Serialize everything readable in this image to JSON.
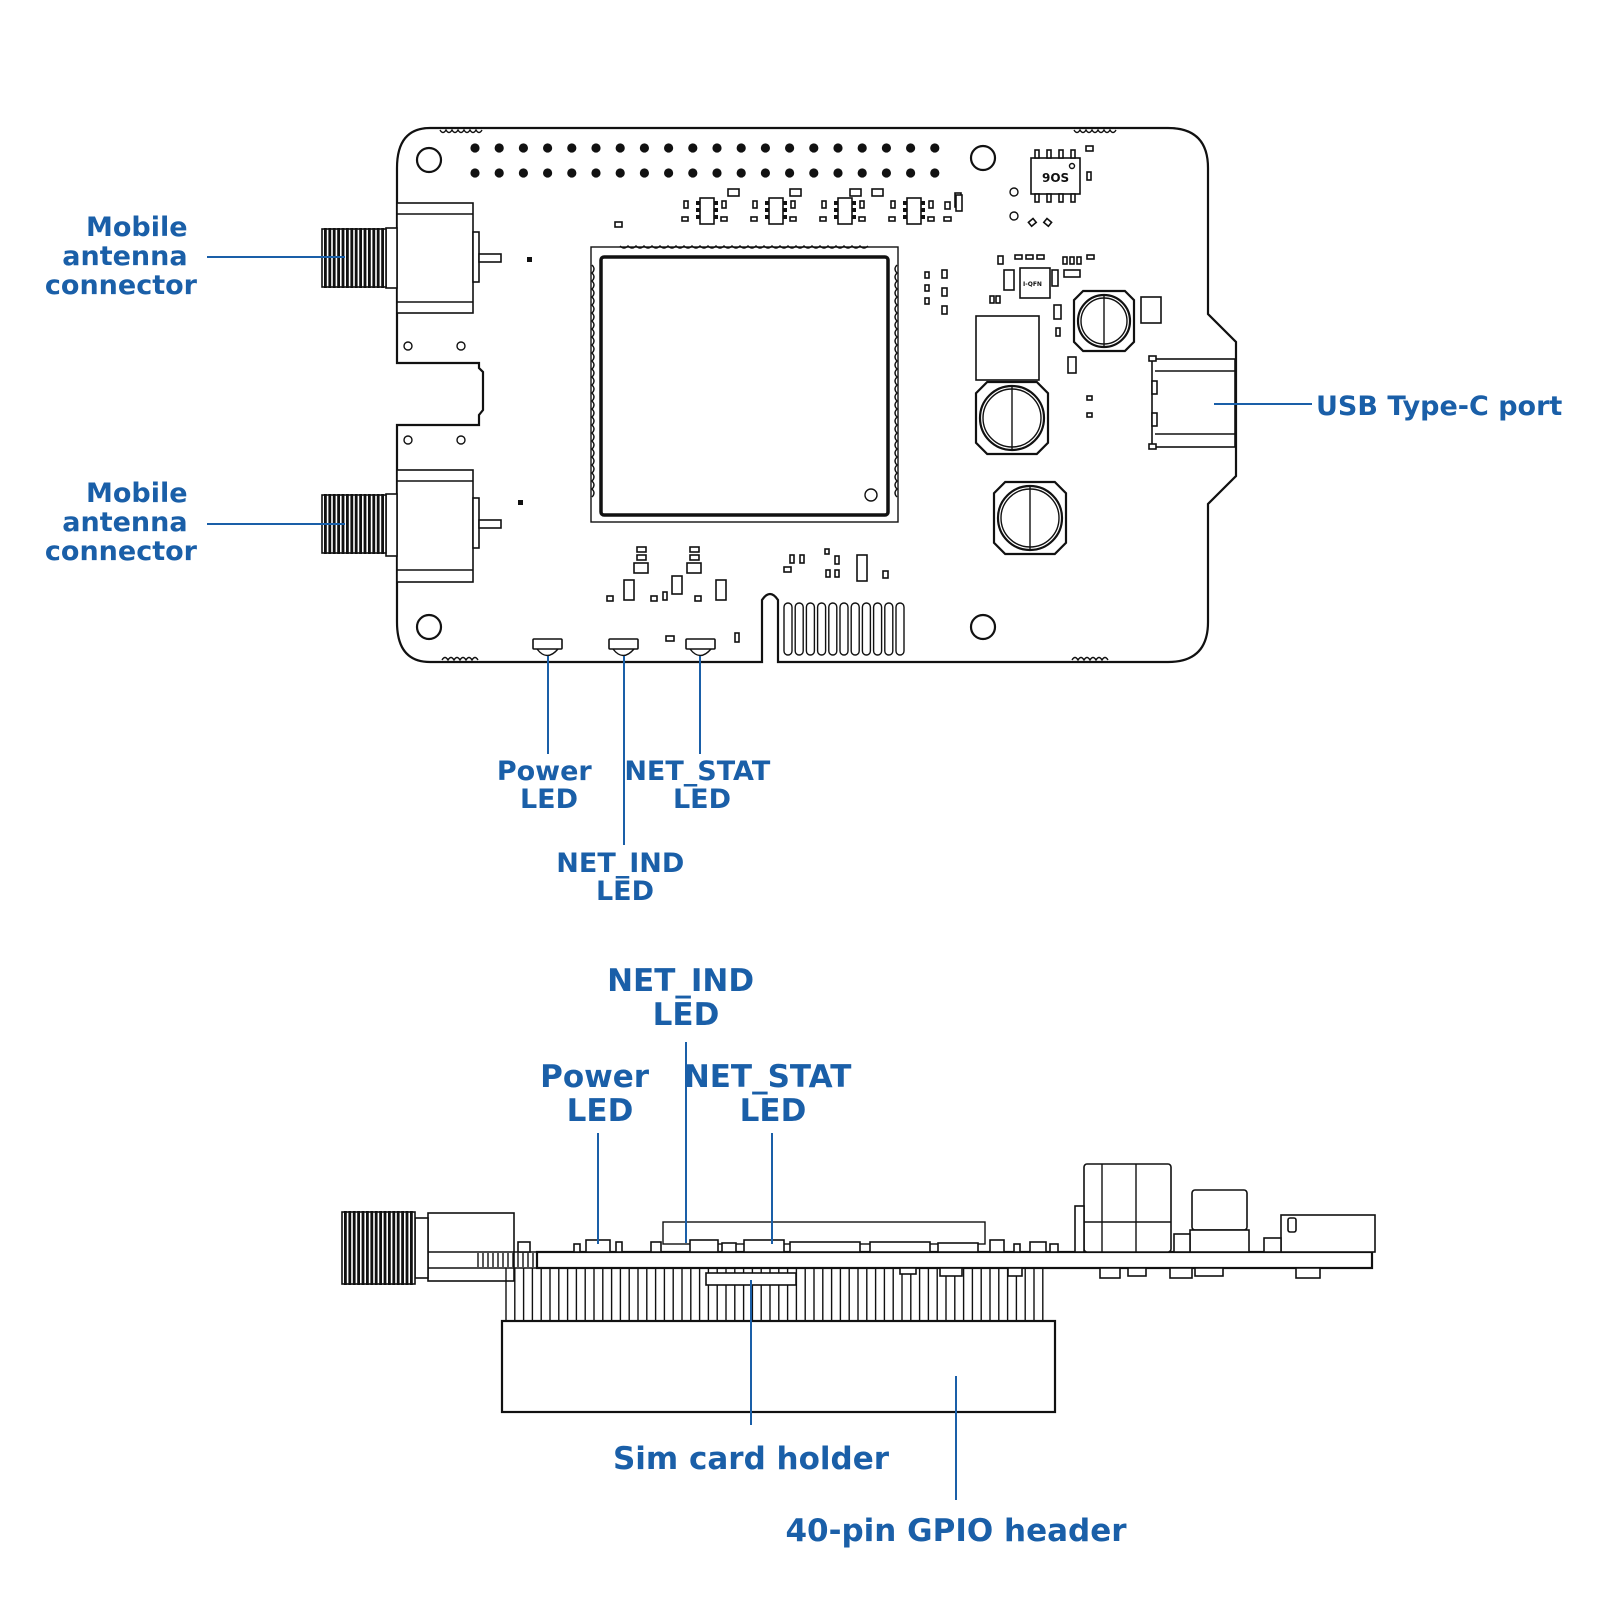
{
  "diagram": {
    "title": "Cellular HAT board layout",
    "label_color": "#1a5fa8",
    "line_color": "#111111",
    "top_view": {
      "labels": {
        "antenna_1": [
          "Mobile",
          "antenna",
          "connector"
        ],
        "antenna_2": [
          "Mobile",
          "antenna",
          "connector"
        ],
        "usb": "USB Type-C port",
        "power_led": [
          "Power",
          "LED"
        ],
        "net_stat_led": [
          "NET_STAT",
          "LED"
        ],
        "net_ind_led": [
          "NET_IND",
          "LED"
        ]
      },
      "chip_marking": "9OS",
      "chip_marking_2": "I-QFN",
      "gpio_pin_count": 40,
      "gpio_rows": 2,
      "gpio_columns": 20
    },
    "side_view": {
      "labels": {
        "net_ind_led": [
          "NET_IND",
          "LED"
        ],
        "power_led": [
          "Power",
          "LED"
        ],
        "net_stat_led": [
          "NET_STAT",
          "LED"
        ],
        "sim_card_holder": "Sim card holder",
        "gpio_header": "40-pin GPIO header"
      }
    }
  }
}
